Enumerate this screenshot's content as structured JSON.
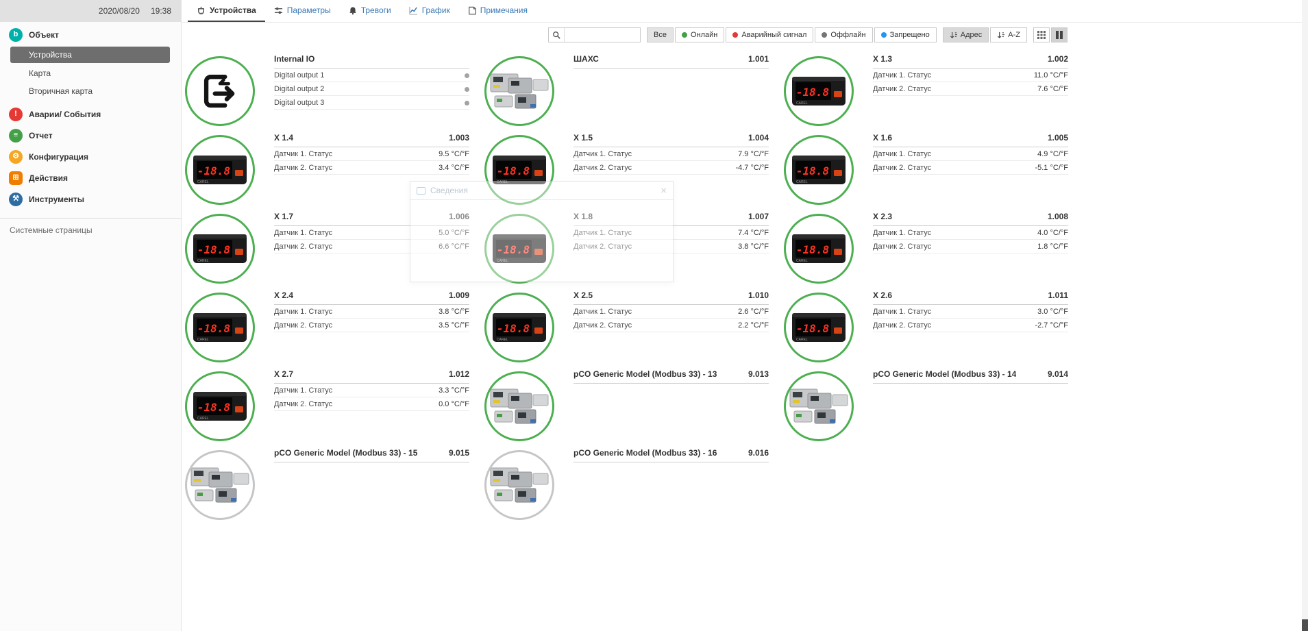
{
  "colors": {
    "accent_green": "#4caf50",
    "online": "#43a047",
    "alarm": "#e53935",
    "offline": "#757575",
    "disabled": "#2196f3",
    "selected_item_bg": "#6e6e6e"
  },
  "sidebar": {
    "header": {
      "date": "2020/08/20",
      "time": "19:38"
    },
    "items": [
      {
        "label": "Объект",
        "glyph": "b"
      },
      {
        "label": "Устройства",
        "selected": true
      },
      {
        "label": "Карта"
      },
      {
        "label": "Вторичная карта"
      },
      {
        "label": "Аварии/ События",
        "glyph": "!"
      },
      {
        "label": "Отчет",
        "glyph": "≡"
      },
      {
        "label": "Конфигурация",
        "glyph": "⚙"
      },
      {
        "label": "Действия",
        "glyph": "⊞"
      },
      {
        "label": "Инструменты",
        "glyph": "⚒"
      }
    ],
    "footer": "Системные страницы"
  },
  "tabs": [
    {
      "label": "Устройства",
      "active": true
    },
    {
      "label": "Параметры"
    },
    {
      "label": "Тревоги"
    },
    {
      "label": "График"
    },
    {
      "label": "Примечания"
    }
  ],
  "toolbar": {
    "search_value": "",
    "all_label": "Все",
    "filters": [
      {
        "label": "Онлайн",
        "color": "#43a047"
      },
      {
        "label": "Аварийный сигнал",
        "color": "#e53935"
      },
      {
        "label": "Оффлайн",
        "color": "#757575"
      },
      {
        "label": "Запрещено",
        "color": "#2196f3"
      }
    ],
    "sort_address": "Адрес",
    "sort_az": "A-Z"
  },
  "modal": {
    "title": "Сведения",
    "close": "×"
  },
  "devices": [
    {
      "title": "Internal IO",
      "address": "",
      "image": "io",
      "border": "green",
      "rows": [
        {
          "label": "Digital output 1",
          "value": "",
          "dot": true
        },
        {
          "label": "Digital output 2",
          "value": "",
          "dot": true
        },
        {
          "label": "Digital output 3",
          "value": "",
          "dot": true
        }
      ]
    },
    {
      "title": "ШАХС",
      "address": "1.001",
      "image": "pco",
      "border": "green",
      "rows": []
    },
    {
      "title": "X 1.3",
      "address": "1.002",
      "image": "controller",
      "border": "green",
      "rows": [
        {
          "label": "Датчик 1. Статус",
          "value": "11.0 °C/°F"
        },
        {
          "label": "Датчик 2. Статус",
          "value": "7.6 °C/°F"
        }
      ]
    },
    {
      "title": "X 1.4",
      "address": "1.003",
      "image": "controller",
      "border": "green",
      "rows": [
        {
          "label": "Датчик 1. Статус",
          "value": "9.5 °C/°F"
        },
        {
          "label": "Датчик 2. Статус",
          "value": "3.4 °C/°F"
        }
      ]
    },
    {
      "title": "X 1.5",
      "address": "1.004",
      "image": "controller",
      "border": "green",
      "rows": [
        {
          "label": "Датчик 1. Статус",
          "value": "7.9 °C/°F"
        },
        {
          "label": "Датчик 2. Статус",
          "value": "-4.7 °C/°F"
        }
      ]
    },
    {
      "title": "X 1.6",
      "address": "1.005",
      "image": "controller",
      "border": "green",
      "rows": [
        {
          "label": "Датчик 1. Статус",
          "value": "4.9 °C/°F"
        },
        {
          "label": "Датчик 2. Статус",
          "value": "-5.1 °C/°F"
        }
      ]
    },
    {
      "title": "X 1.7",
      "address": "1.006",
      "image": "controller",
      "border": "green",
      "rows": [
        {
          "label": "Датчик 1. Статус",
          "value": "5.0 °C/°F"
        },
        {
          "label": "Датчик 2. Статус",
          "value": "6.6 °C/°F"
        }
      ]
    },
    {
      "title": "X 1.8",
      "address": "1.007",
      "image": "controller",
      "border": "green",
      "rows": [
        {
          "label": "Датчик 1. Статус",
          "value": "7.4 °C/°F"
        },
        {
          "label": "Датчик 2. Статус",
          "value": "3.8 °C/°F"
        }
      ]
    },
    {
      "title": "X 2.3",
      "address": "1.008",
      "image": "controller",
      "border": "green",
      "rows": [
        {
          "label": "Датчик 1. Статус",
          "value": "4.0 °C/°F"
        },
        {
          "label": "Датчик 2. Статус",
          "value": "1.8 °C/°F"
        }
      ]
    },
    {
      "title": "X 2.4",
      "address": "1.009",
      "image": "controller",
      "border": "green",
      "rows": [
        {
          "label": "Датчик 1. Статус",
          "value": "3.8 °C/°F"
        },
        {
          "label": "Датчик 2. Статус",
          "value": "3.5 °C/°F"
        }
      ]
    },
    {
      "title": "X 2.5",
      "address": "1.010",
      "image": "controller",
      "border": "green",
      "rows": [
        {
          "label": "Датчик 1. Статус",
          "value": "2.6 °C/°F"
        },
        {
          "label": "Датчик 2. Статус",
          "value": "2.2 °C/°F"
        }
      ]
    },
    {
      "title": "X 2.6",
      "address": "1.011",
      "image": "controller",
      "border": "green",
      "rows": [
        {
          "label": "Датчик 1. Статус",
          "value": "3.0 °C/°F"
        },
        {
          "label": "Датчик 2. Статус",
          "value": "-2.7 °C/°F"
        }
      ]
    },
    {
      "title": "X 2.7",
      "address": "1.012",
      "image": "controller",
      "border": "green",
      "rows": [
        {
          "label": "Датчик 1. Статус",
          "value": "3.3 °C/°F"
        },
        {
          "label": "Датчик 2. Статус",
          "value": "0.0 °C/°F"
        }
      ]
    },
    {
      "title": "pCO Generic Model (Modbus 33) - 13",
      "address": "9.013",
      "image": "pco",
      "border": "green",
      "rows": []
    },
    {
      "title": "pCO Generic Model (Modbus 33) - 14",
      "address": "9.014",
      "image": "pco",
      "border": "green",
      "rows": []
    },
    {
      "title": "pCO Generic Model (Modbus 33) - 15",
      "address": "9.015",
      "image": "pco",
      "border": "gray",
      "rows": []
    },
    {
      "title": "pCO Generic Model (Modbus 33) - 16",
      "address": "9.016",
      "image": "pco",
      "border": "gray",
      "rows": []
    }
  ]
}
